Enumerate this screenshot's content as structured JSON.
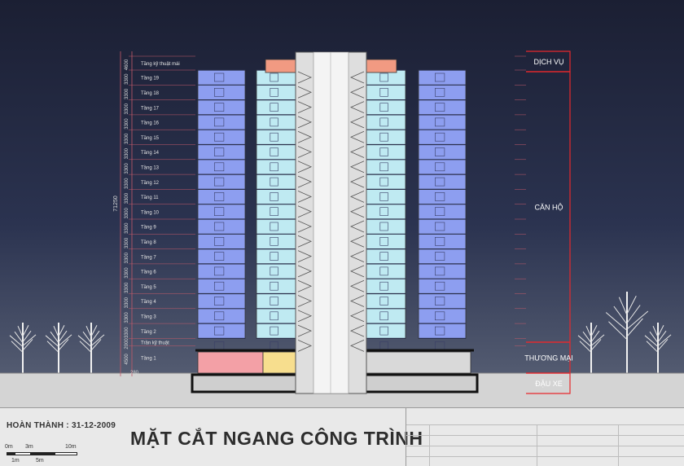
{
  "title": "MẶT CẮT NGANG CÔNG TRÌNH",
  "completion": "HOÀN THÀNH : 31-12-2009",
  "scale": {
    "labels_top": [
      "0m",
      "3m",
      "10m"
    ],
    "labels_bottom": [
      "1m",
      "5m"
    ]
  },
  "zones": [
    {
      "id": "dich-vu",
      "label": "DỊCH VỤ"
    },
    {
      "id": "can-ho",
      "label": "CĂN HỘ"
    },
    {
      "id": "thuong-mai",
      "label": "THƯƠNG MẠI"
    },
    {
      "id": "dau-xe",
      "label": "ĐẬU XE"
    }
  ],
  "floors": [
    {
      "name": "Tầng kỹ thuật mái",
      "dim": "4600"
    },
    {
      "name": "Tầng 19",
      "dim": "3300"
    },
    {
      "name": "Tầng 18",
      "dim": "3300"
    },
    {
      "name": "Tầng 17",
      "dim": "3300"
    },
    {
      "name": "Tầng 16",
      "dim": "3300"
    },
    {
      "name": "Tầng 15",
      "dim": "3300"
    },
    {
      "name": "Tầng 14",
      "dim": "3300"
    },
    {
      "name": "Tầng 13",
      "dim": "3300"
    },
    {
      "name": "Tầng 12",
      "dim": "3300"
    },
    {
      "name": "Tầng 11",
      "dim": "3300"
    },
    {
      "name": "Tầng 10",
      "dim": "3300"
    },
    {
      "name": "Tầng 9",
      "dim": "3300"
    },
    {
      "name": "Tầng 8",
      "dim": "3300"
    },
    {
      "name": "Tầng 7",
      "dim": "3300"
    },
    {
      "name": "Tầng 6",
      "dim": "3300"
    },
    {
      "name": "Tầng 5",
      "dim": "3300"
    },
    {
      "name": "Tầng 4",
      "dim": "3300"
    },
    {
      "name": "Tầng 3",
      "dim": "3300"
    },
    {
      "name": "Tầng 2",
      "dim": "3300"
    },
    {
      "name": "Trần kỹ thuật",
      "dim": "2000"
    },
    {
      "name": "Tầng 1",
      "dim": "4500"
    }
  ],
  "ground_dim": "280",
  "overall_dim": "71250",
  "colors": {
    "sky": "#1e2236",
    "apartment_dark": "#8d9ef0",
    "apartment_light": "#bfeaf2",
    "service_roof": "#f19a82",
    "commercial_pink": "#f3a0a6",
    "commercial_yellow": "#f7de8e",
    "zone_line": "#e8282c",
    "dim_line": "#c45a6a",
    "core": "#dedede"
  }
}
